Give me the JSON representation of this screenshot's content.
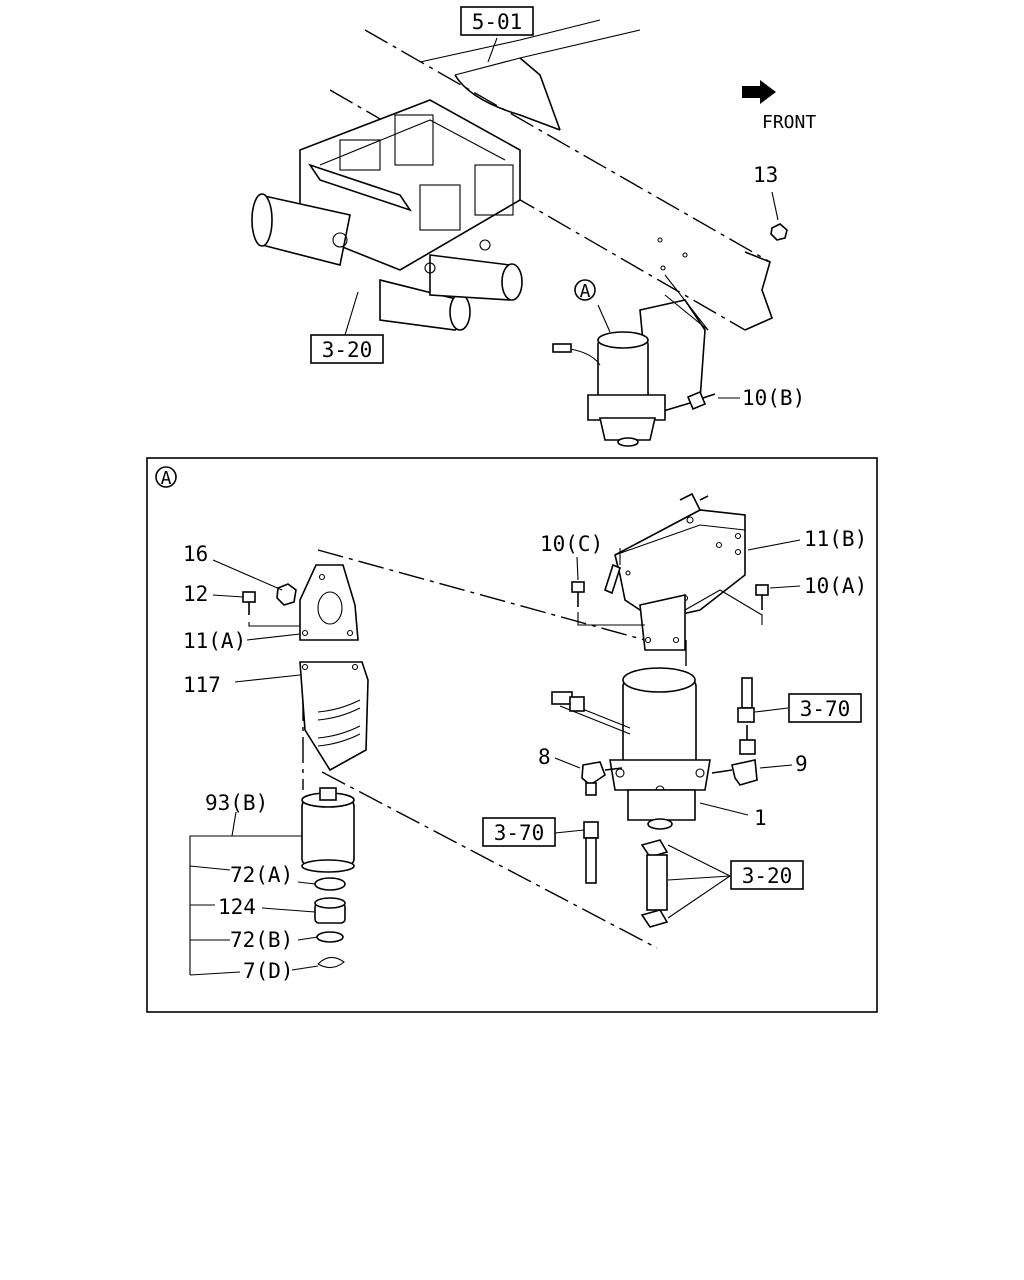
{
  "diagram": {
    "refs": {
      "ref_501": "5-01",
      "ref_320_top": "3-20",
      "ref_370_right": "3-70",
      "ref_370_left": "3-70",
      "ref_320_detail": "3-20"
    },
    "front_label": "FRONT",
    "detail_marker": "A",
    "parts": {
      "p13": "13",
      "p10b": "10(B)",
      "p16": "16",
      "p12": "12",
      "p11a": "11(A)",
      "p117": "117",
      "p93b": "93(B)",
      "p72a": "72(A)",
      "p124": "124",
      "p72b": "72(B)",
      "p7d": "7(D)",
      "p10c": "10(C)",
      "p11b": "11(B)",
      "p10a": "10(A)",
      "p8": "8",
      "p9": "9",
      "p1": "1"
    }
  }
}
